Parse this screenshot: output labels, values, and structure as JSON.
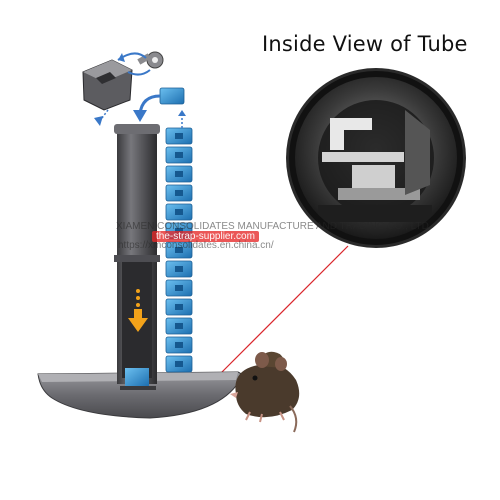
{
  "title": "Inside View of Tube",
  "watermark": {
    "company": "XIAMEN CONSOLIDATES MANUFACTURE AND TRADING CO., LTD",
    "line": "the-strap-supplier.com",
    "url": "https://xmconsolidates.en.china.cn/"
  },
  "colors": {
    "tube": "#5a5a5e",
    "bait_block": "#2f8fd0",
    "arrow_orange": "#f2a21a",
    "accent_red": "#d9262c",
    "dashed_arrow_blue": "#3a78c8"
  },
  "icons": [
    "key-icon",
    "rotate-arrow-icon",
    "down-arrow-icon"
  ]
}
